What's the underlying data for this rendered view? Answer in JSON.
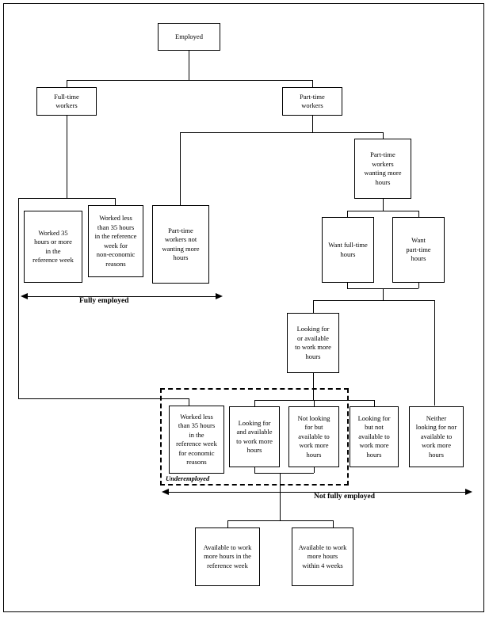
{
  "diagram": {
    "type": "flowchart",
    "title_present": false,
    "nodes": {
      "employed": "Employed",
      "full_time_workers": "Full-time\nworkers",
      "part_time_workers": "Part-time\nworkers",
      "worked_35_or_more": "Worked 35\nhours or more\nin the\nreference week",
      "worked_less_non_economic": "Worked less\nthan 35 hours\nin the reference\nweek for\nnon-economic\nreasons",
      "pt_not_wanting_more": "Part-time\nworkers not\nwanting more\nhours",
      "pt_wanting_more": "Part-time\nworkers\nwanting more\nhours",
      "want_full_time_hours": "Want full-time\nhours",
      "want_part_time_hours": "Want\npart-time\nhours",
      "looking_or_available": "Looking for\nor available\nto work more\nhours",
      "worked_less_economic": "Worked less\nthan 35 hours\nin the\nreference week\nfor economic\nreasons",
      "looking_and_available": "Looking for\nand available\nto work more\nhours",
      "not_looking_but_available": "Not looking\nfor but\navailable to\nwork more\nhours",
      "looking_but_not_available": "Looking for\nbut not\navailable to\nwork more\nhours",
      "neither_looking_nor_available": "Neither\nlooking for nor\navailable to\nwork more\nhours",
      "available_reference_week": "Available to work\nmore hours in the\nreference week",
      "available_within_4_weeks": "Available to work\nmore hours\nwithin 4 weeks"
    },
    "brackets": {
      "fully_employed": "Fully employed",
      "not_fully_employed": "Not fully employed",
      "underemployed": "Underemployed"
    },
    "colors": {
      "line": "#000000",
      "box_fill": "#ffffff",
      "text": "#000000",
      "background": "#ffffff"
    }
  }
}
